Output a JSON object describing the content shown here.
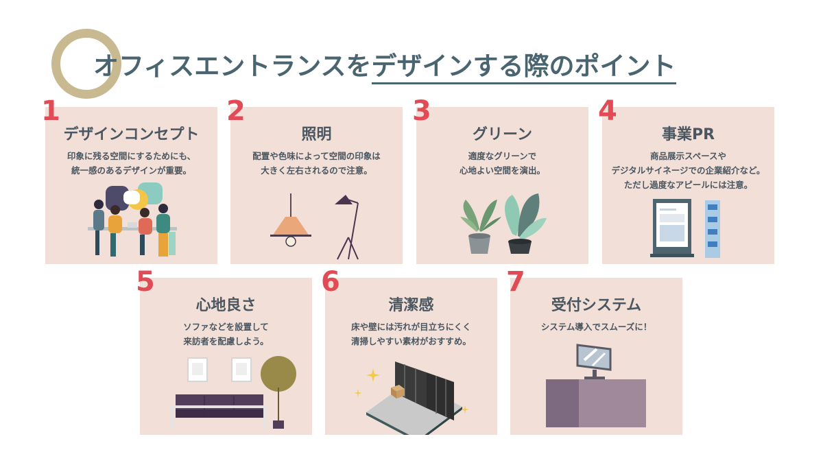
{
  "title": {
    "part1": "オフィスエントランスを",
    "part2": "デザインする際のポイント"
  },
  "cards": [
    {
      "num": "1",
      "title": "デザインコンセプト",
      "desc": [
        "印象に残る空間にするためにも、",
        "統一感のあるデザインが重要。"
      ],
      "icon": "meeting-people-illustration"
    },
    {
      "num": "2",
      "title": "照明",
      "desc": [
        "配置や色味によって空間の印象は",
        "大きく左右されるので注意。"
      ],
      "icon": "lamp-illustration"
    },
    {
      "num": "3",
      "title": "グリーン",
      "desc": [
        "適度なグリーンで",
        "心地よい空間を演出。"
      ],
      "icon": "plant-illustration"
    },
    {
      "num": "4",
      "title": "事業PR",
      "desc": [
        "商品展示スペースや",
        "デジタルサイネージでの企業紹介など。",
        "ただし過度なアピールには注意。"
      ],
      "icon": "signage-illustration"
    },
    {
      "num": "5",
      "title": "心地良さ",
      "desc": [
        "ソファなどを設置して",
        "来訪者を配慮しよう。"
      ],
      "icon": "sofa-illustration"
    },
    {
      "num": "6",
      "title": "清潔感",
      "desc": [
        "床や壁には汚れが目立ちにくく",
        "清掃しやすい素材がおすすめ。"
      ],
      "icon": "clean-entrance-illustration"
    },
    {
      "num": "7",
      "title": "受付システム",
      "desc": [
        "システム導入でスムーズに！"
      ],
      "icon": "reception-desk-illustration"
    }
  ],
  "colors": {
    "card_bg": "#f2e0d8",
    "number": "#e04b55",
    "text": "#4a5660",
    "title": "#4a6470",
    "ring": "#c9b991"
  }
}
